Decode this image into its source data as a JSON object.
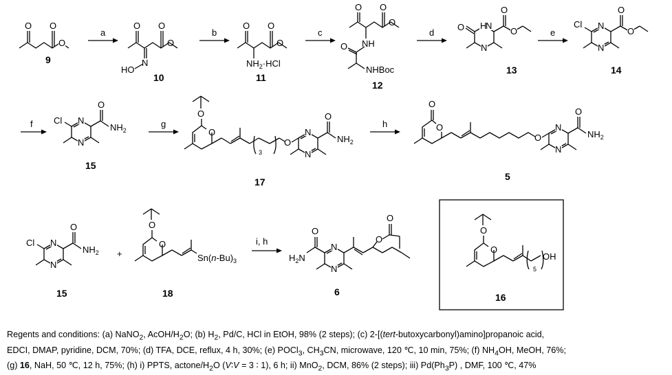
{
  "compounds": {
    "c9": "9",
    "c10": "10",
    "c11": "11",
    "c12": "12",
    "c13": "13",
    "c14": "14",
    "c15a": "15",
    "c17": "17",
    "c5": "5",
    "c15b": "15",
    "c18": "18",
    "c6": "6",
    "c16": "16"
  },
  "atoms": {
    "O": "O",
    "N": "N",
    "H": "H",
    "NH": "NH",
    "Cl": "Cl",
    "HO": "HO",
    "NH2": "NH",
    "two": "2",
    "HCl": "·HCl",
    "NHBoc": "NHBoc",
    "H2N": "H",
    "N2": "N",
    "Sn": "Sn(",
    "nBu": "n",
    "Bu3": "-Bu)",
    "three": "3",
    "OH": "OH",
    "five": "5",
    "plus": "+"
  },
  "steps": {
    "a": "a",
    "b": "b",
    "c": "c",
    "d": "d",
    "e": "e",
    "f": "f",
    "g": "g",
    "h": "h",
    "ih": "i, h"
  },
  "conditions": {
    "line1": "Regents and conditions: (a) NaNO",
    "l1b": ", AcOH/H",
    "l1c": "O; (b) H",
    "l1d": ", Pd/C, HCl in EtOH, 98% (2 steps); (c) 2-[(",
    "l1e": "tert",
    "l1f": "-butoxycarbonyl)amino]propanoic acid,",
    "line2": "EDCI, DMAP, pyridine, DCM, 70%; (d) TFA, DCE, reflux, 4 h, 30%; (e) POCl",
    "l2b": ", CH",
    "l2c": "CN, microwave, 120 ℃, 10 min, 75%; (f) NH",
    "l2d": "OH, MeOH, 76%;",
    "line3a": "(g) ",
    "line3b": "16",
    "line3c": ", NaH, 50 ℃, 12 h, 75%; (h) i) PPTS, actone/H",
    "l3d": "O (",
    "l3e": "V",
    "l3f": "∶",
    "l3g": "V",
    "l3h": " = 3 ∶ 1), 6 h; ii) MnO",
    "l3i": ", DCM, 86% (2 steps); iii) Pd(Ph",
    "l3j": "P) , DMF, 100 ℃, 47%"
  }
}
